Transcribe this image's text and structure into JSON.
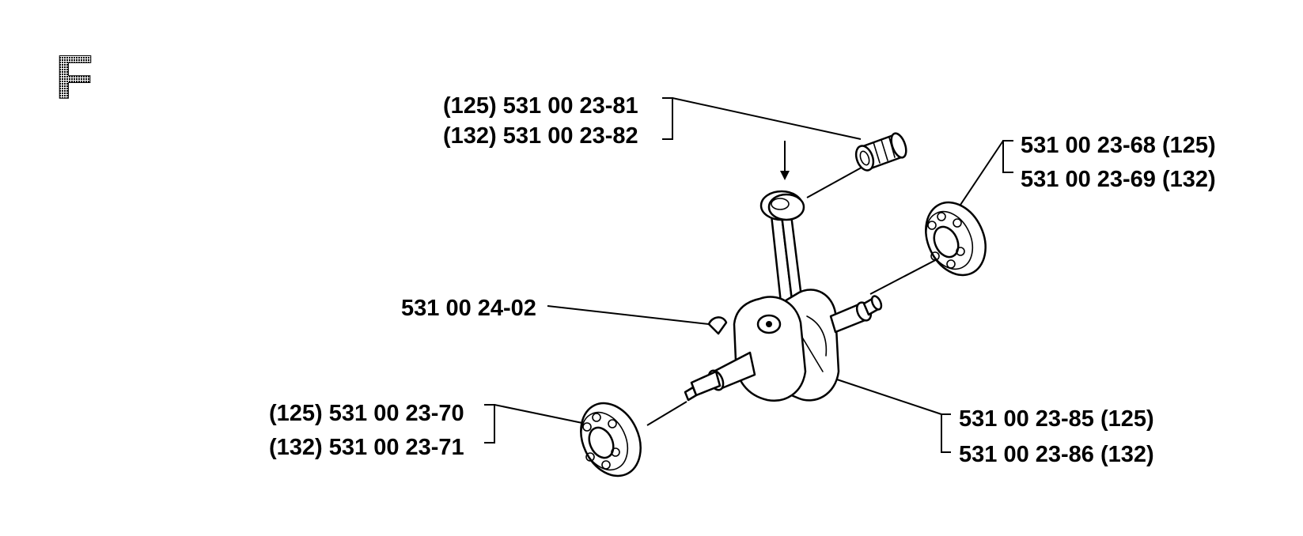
{
  "section_letter": "F",
  "colors": {
    "ink": "#000000",
    "paper": "#ffffff"
  },
  "labels": {
    "piston_bearing": {
      "line1": "(125) 531 00 23-81",
      "line2": "(132) 531 00 23-82"
    },
    "right_bearing": {
      "line1": "531 00 23-68 (125)",
      "line2": "531 00 23-69 (132)"
    },
    "key": {
      "line1": "531 00 24-02"
    },
    "left_bearing": {
      "line1": "(125) 531 00 23-70",
      "line2": "(132) 531 00 23-71"
    },
    "crankshaft": {
      "line1": "531 00 23-85 (125)",
      "line2": "531 00 23-86 (132)"
    }
  },
  "icons": {
    "needle_bearing": "needle-bearing-icon",
    "connecting_rod": "connecting-rod-icon",
    "crankshaft": "crankshaft-icon",
    "ball_bearing": "ball-bearing-icon",
    "woodruff_key": "woodruff-key-icon"
  }
}
